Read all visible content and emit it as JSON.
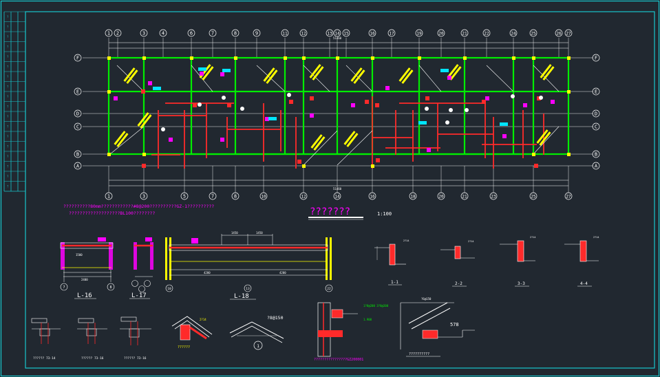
{
  "grid": {
    "top_labels": [
      "1",
      "2",
      "3",
      "4",
      "6",
      "7",
      "8",
      "9",
      "11",
      "12",
      "13",
      "14",
      "15",
      "16",
      "17",
      "19",
      "20",
      "21",
      "22",
      "24",
      "25",
      "26",
      "27"
    ],
    "bottom_labels": [
      "1",
      "3",
      "5",
      "7",
      "8",
      "10",
      "12",
      "14",
      "16",
      "18",
      "20",
      "21",
      "23",
      "25",
      "27"
    ],
    "rows": [
      "F",
      "E",
      "D",
      "C",
      "B",
      "A"
    ],
    "top_total": "51460",
    "bottom_total": "51460"
  },
  "plan": {
    "title": "???????",
    "scale": "1:100",
    "note_line1": "??????????80mm????????????#8@200??????????GZ-1??????????",
    "note_line2": "???????????????????BL100????????"
  },
  "details": {
    "beam_L16": "L-16",
    "beam_L17": "L-17",
    "beam_L18": "L-18",
    "section_1": "1-1",
    "section_2": "2-2",
    "section_3": "3-3",
    "section_4": "4-4",
    "slab_1": "?????? 73-14",
    "slab_2": "?????? 73-16",
    "slab_3": "?????? 73-16",
    "node_caption": "??????",
    "node_1": "1",
    "stair_rebar": "?8@150",
    "wall_caption": "????????????????GZ200001",
    "mid_caption": "??????????",
    "right_dim": "578",
    "green_note": "1?8@200 3?8@200",
    "orange_note": "?6@150"
  },
  "colors": {
    "background": "#212830",
    "frame": "#18c6cc",
    "grid_line": "#ffffff",
    "wall": "#00ee00",
    "beam": "#ff2a2a",
    "rebar": "#ffff00",
    "magenta": "#ff00ff",
    "cyan": "#00e5ff"
  }
}
